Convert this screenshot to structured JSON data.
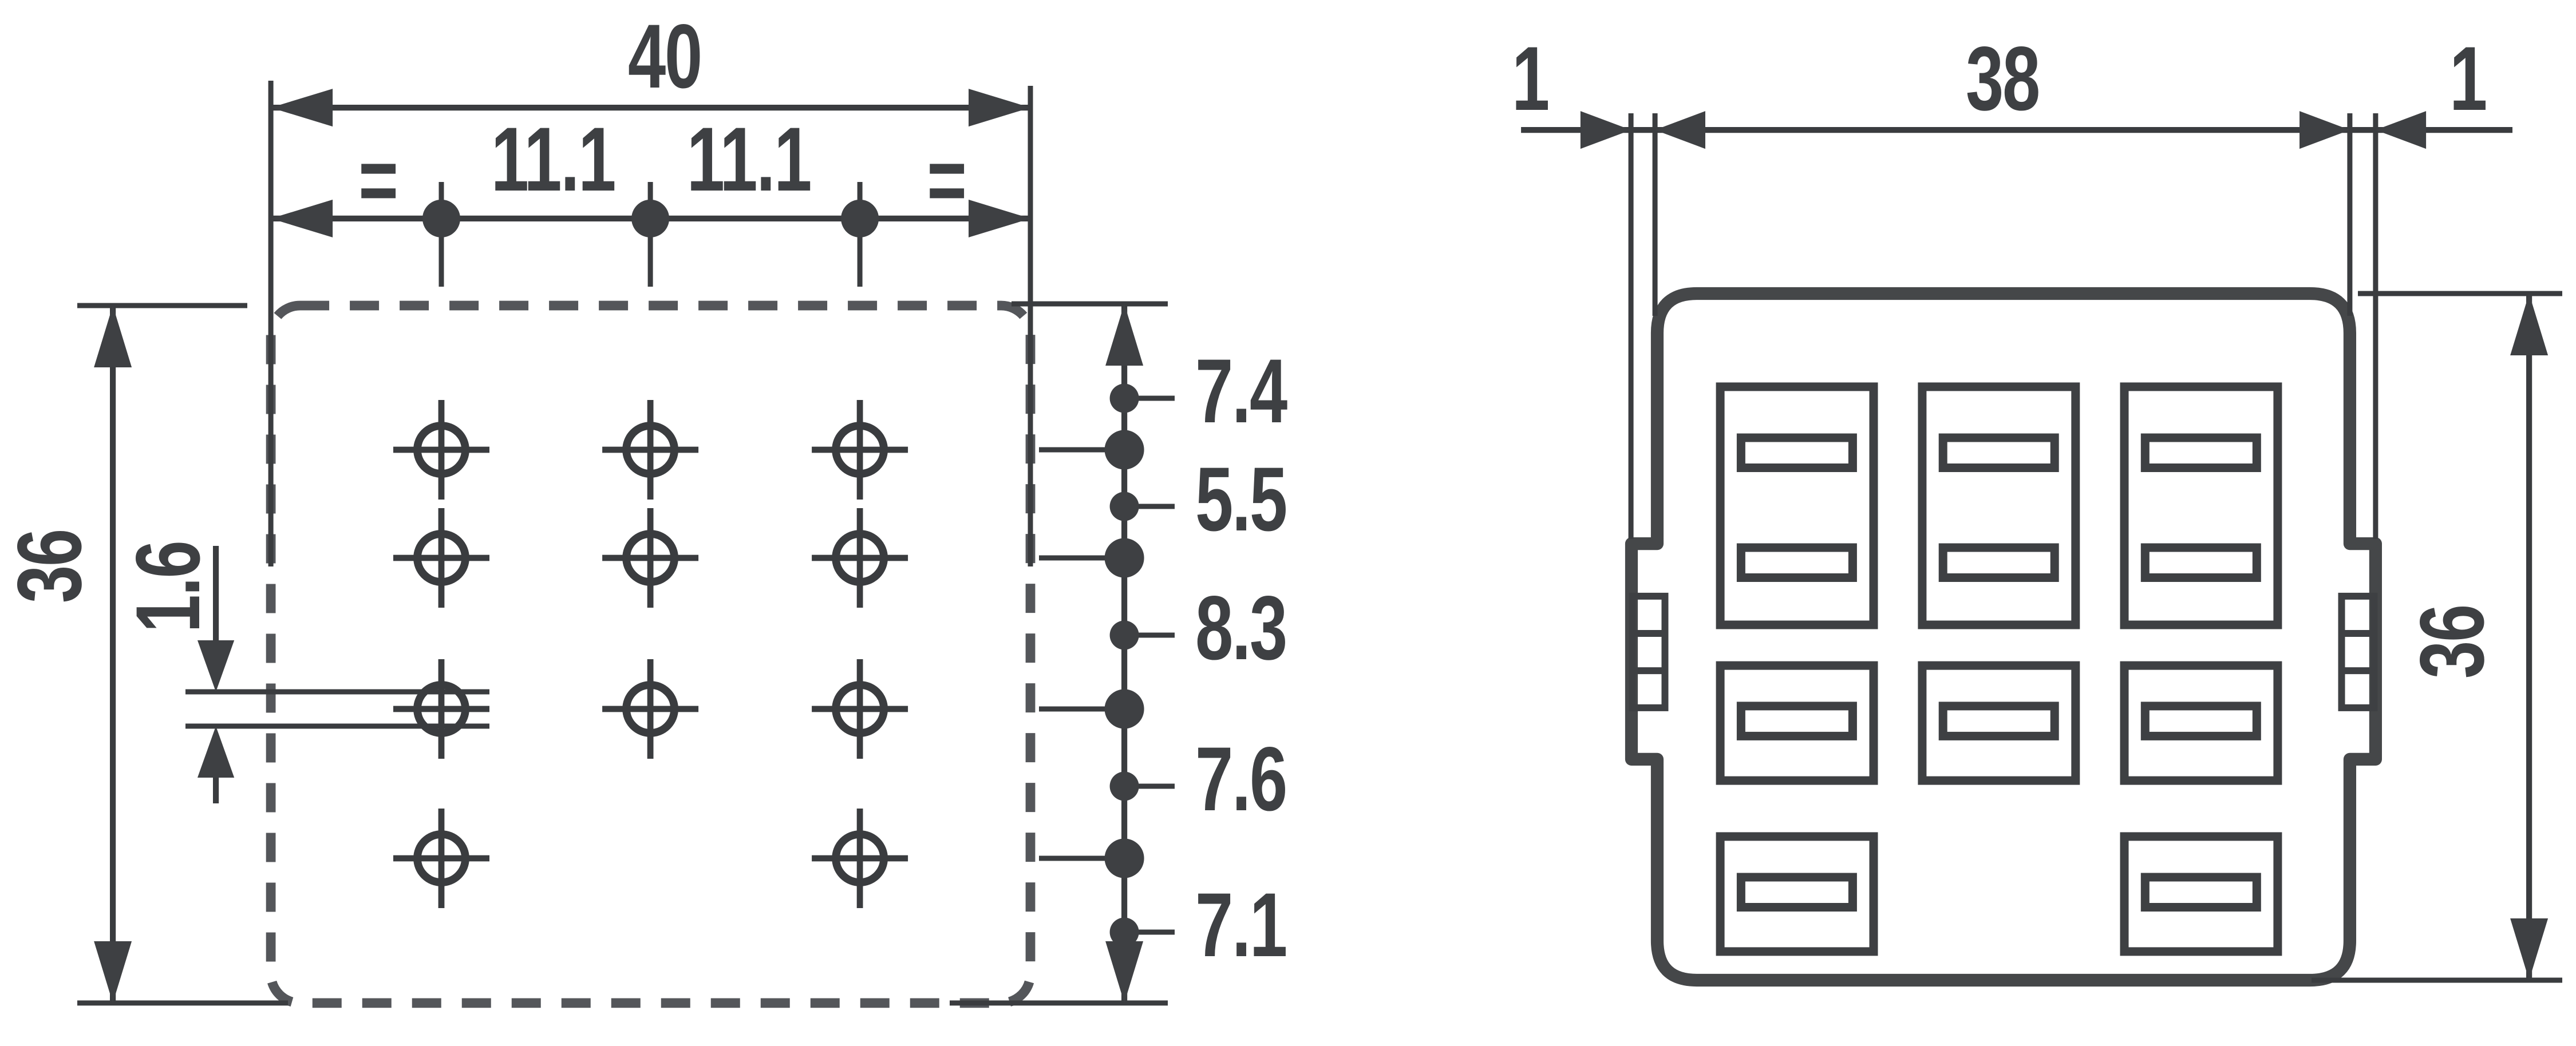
{
  "drawing": {
    "type": "technical-dimension-drawing",
    "units_implied": "mm",
    "ink_color": "#3e4043",
    "background_color": "#ffffff",
    "left_view": {
      "name": "drilling-plan-top-view",
      "outline_style": "dashed",
      "overall_width_label": "40",
      "overall_height_label": "36",
      "hole_pitch_left_label": "11.1",
      "hole_pitch_right_label": "11.1",
      "equal_spacing_left_label": "=",
      "equal_spacing_right_label": "=",
      "terminal_thickness_label": "1.6",
      "row_chain_labels": [
        "7.4",
        "5.5",
        "8.3",
        "7.6",
        "7.1"
      ],
      "hole_rows": 4,
      "hole_columns": 3,
      "missing_hole": "row 4 center"
    },
    "right_view": {
      "name": "relay-front-view",
      "outline_style": "solid",
      "left_flange_label": "1",
      "body_width_label": "38",
      "right_flange_label": "1",
      "overall_height_label": "36",
      "slot_blocks": "3 double-slot blocks top, 3 single-slot blocks middle, 2 single-slot blocks bottom"
    }
  }
}
